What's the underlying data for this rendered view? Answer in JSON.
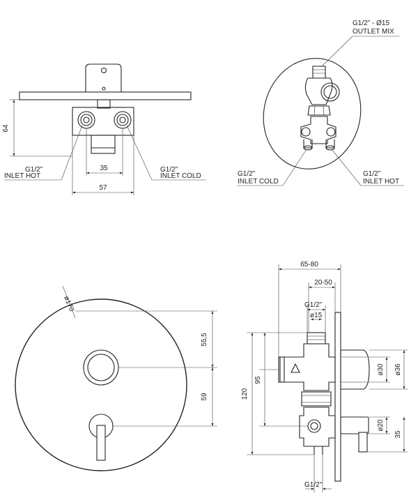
{
  "views": {
    "top": {
      "height_64": "64",
      "width_35": "35",
      "width_57": "57",
      "hot_thread": "G1/2\"",
      "hot_label": "INLET HOT",
      "cold_thread": "G1/2\"",
      "cold_label": "INLET COLD"
    },
    "iso": {
      "outlet_thread": "G1/2\" - Ø15",
      "outlet_label": "OUTLET MIX",
      "cold_thread": "G1/2\"",
      "cold_label": "INLET COLD",
      "hot_thread": "G1/2\"",
      "hot_label": "INLET HOT"
    },
    "front": {
      "diameter": "ø170",
      "dim_upper": "55,5",
      "dim_lower": "59"
    },
    "side": {
      "depth_total": "65-80",
      "depth_wall": "20-50",
      "thread_top": "G1/2\"",
      "dia_15": "ø15",
      "height_120": "120",
      "height_95": "95",
      "dia_30": "ø30",
      "dia_36": "ø36",
      "dia_20": "ø20",
      "height_35": "35",
      "thread_bottom": "G1/2\""
    }
  }
}
